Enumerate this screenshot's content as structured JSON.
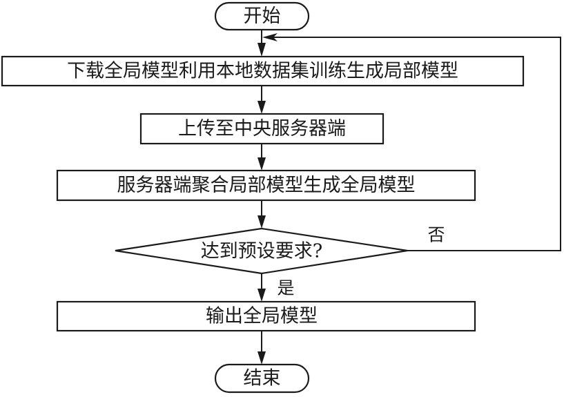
{
  "flowchart": {
    "start": {
      "label": "开始"
    },
    "steps": [
      {
        "label": "下载全局模型利用本地数据集训练生成局部模型"
      },
      {
        "label": "上传至中央服务器端"
      },
      {
        "label": "服务器端聚合局部模型生成全局模型"
      }
    ],
    "decision": {
      "label": "达到预设要求?",
      "no_label": "否",
      "yes_label": "是"
    },
    "output": {
      "label": "输出全局模型"
    },
    "end": {
      "label": "结束"
    }
  },
  "colors": {
    "stroke": "#1a1a1a",
    "background": "#ffffff"
  }
}
